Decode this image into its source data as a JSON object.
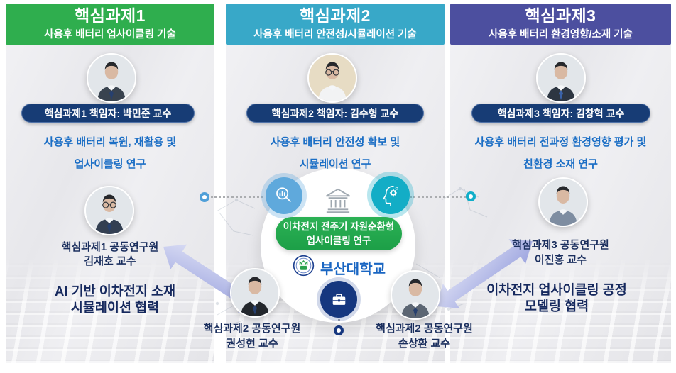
{
  "columns": [
    {
      "header": {
        "title": "핵심과제1",
        "subtitle": "사용후 배터리 업사이클링 기술"
      },
      "leader_pill": "핵심과제1 책임자: 박민준 교수",
      "desc1": "사용후 배터리 복원, 재활용 및",
      "desc2": "업사이클링 연구",
      "co_role": "핵심과제1 공동연구원",
      "co_name": "김재호 교수",
      "collab1": "AI 기반 이차전지 소재",
      "collab2": "시뮬레이션 협력"
    },
    {
      "header": {
        "title": "핵심과제2",
        "subtitle": "사용후 배터리 안전성/시뮬레이션 기술"
      },
      "leader_pill": "핵심과제2 책임자: 김수형 교수",
      "desc1": "사용후 배터리 안전성 확보 및",
      "desc2": "시뮬레이션 연구"
    },
    {
      "header": {
        "title": "핵심과제3",
        "subtitle": "사용후 배터리 환경영향/소재 기술"
      },
      "leader_pill": "핵심과제3 책임자: 김창혁 교수",
      "desc1": "사용후 배터리 전과정 환경영향 평가 및",
      "desc2": "친환경 소재 연구",
      "co_role": "핵심과제3 공동연구원",
      "co_name": "이진홍 교수",
      "collab1": "이차전지 업사이클링 공정",
      "collab2": "모델링 협력"
    }
  ],
  "center": {
    "core1": "이차전지 전주기 자원순환형",
    "core2": "업사이클링 연구",
    "university": "부산대학교",
    "left_co_role": "핵심과제2 공동연구원",
    "left_co_name": "권성현 교수",
    "right_co_role": "핵심과제2 공동연구원",
    "right_co_name": "손상환 교수",
    "icons": {
      "left": "search-chart-icon",
      "right": "ai-head-gear-icon",
      "top": "university-building-icon",
      "bottom": "briefcase-icon",
      "emblem": "pnu-emblem"
    }
  },
  "colors": {
    "header1_green": "#2fae4e",
    "header2_teal": "#38a8c8",
    "header3_indigo": "#4c4f9f",
    "pill_navy": "#173c75",
    "desc_blue": "#1b6ec5",
    "dark_navy_text": "#16295e",
    "green_pill": "#23a64e",
    "icon_blue": "#5fa9dc",
    "icon_teal": "#13adc6",
    "briefcase_navy": "#16377f",
    "arrow_lavender": "#a8afe3",
    "pnu_blue": "#1a66c2"
  }
}
